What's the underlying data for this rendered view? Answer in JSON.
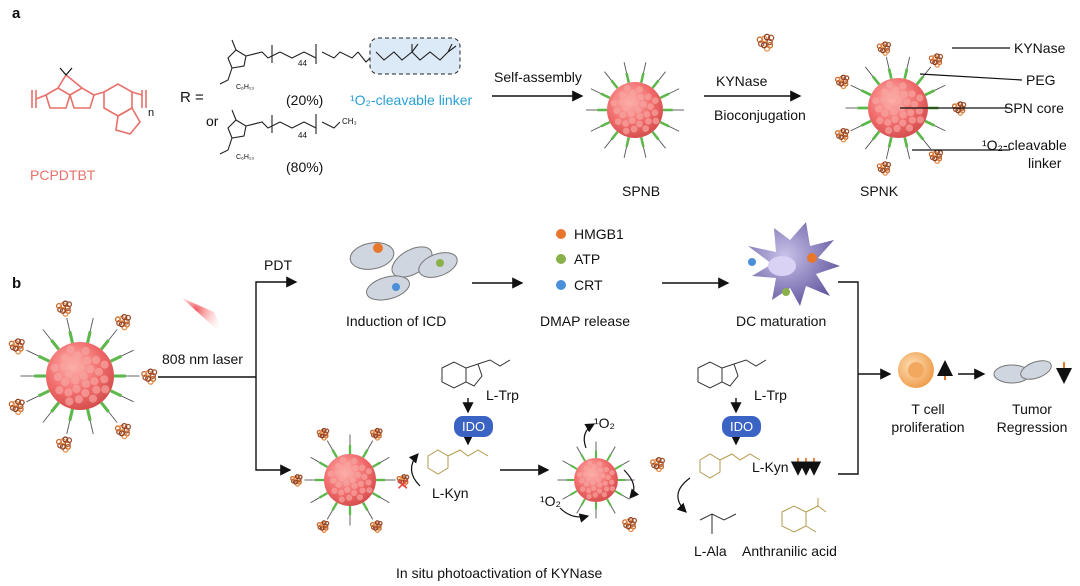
{
  "panel_a": {
    "label": "a",
    "polymer_name": "PCPDTBT",
    "r_prefix": "R =",
    "or_text": "or",
    "pct_20": "(20%)",
    "pct_80": "(80%)",
    "linker_label": "¹O₂-cleavable linker",
    "subscript_44a": "44",
    "subscript_44b": "44",
    "hexyl": "C₆H₁₃",
    "hexyl2": "C₆H₁₃",
    "ch3": "CH₃",
    "repeat_n": "n",
    "self_assembly": "Self-assembly",
    "kynase_arrow_top": "KYNase",
    "bioconjugation": "Bioconjugation",
    "spnb": "SPNB",
    "spnk": "SPNK",
    "legend": {
      "kynase": "KYNase",
      "peg": "PEG",
      "core": "SPN core",
      "linker_l1": "¹O₂-cleavable",
      "linker_l2": "linker"
    }
  },
  "panel_b": {
    "label": "b",
    "laser": "808 nm laser",
    "pdt": "PDT",
    "induction": "Induction of ICD",
    "dmap": "DMAP release",
    "dc": "DC maturation",
    "hmgb1": "HMGB1",
    "atp": "ATP",
    "crt": "CRT",
    "ltrp1": "L-Trp",
    "ltrp2": "L-Trp",
    "ido1": "IDO",
    "ido2": "IDO",
    "lkyn1": "L-Kyn",
    "lkyn2": "L-Kyn",
    "singlet1": "¹O₂",
    "singlet2": "¹O₂",
    "lala": "L-Ala",
    "anthranilic": "Anthranilic acid",
    "tcell_l1": "T cell",
    "tcell_l2": "proliferation",
    "tumor_l1": "Tumor",
    "tumor_l2": "Regression",
    "caption": "In situ photoactivation of KYNase",
    "colors": {
      "hmgb1": "#e8772e",
      "atp": "#8ab04a",
      "crt": "#4a90d9",
      "particle": "#f06a6a",
      "peg": "#5cb84a",
      "ido": "#3a63c4",
      "up_down": "#e8772e"
    }
  }
}
